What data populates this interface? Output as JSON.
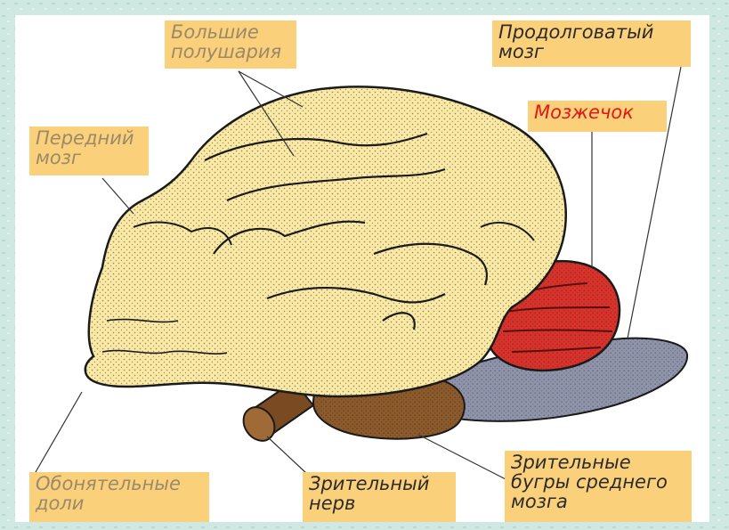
{
  "labels": {
    "hemispheres": {
      "lines": [
        "Большие",
        "полушария"
      ]
    },
    "medulla": {
      "lines": [
        "Продолговатый",
        "мозг"
      ]
    },
    "cerebellum": {
      "lines": [
        "Мозжечок"
      ]
    },
    "forebrain": {
      "lines": [
        "Передний",
        "мозг"
      ]
    },
    "olfactory": {
      "lines": [
        "Обонятельные",
        "доли"
      ]
    },
    "optic_nerve": {
      "lines": [
        "Зрительный",
        "нерв"
      ]
    },
    "optic_lobes": {
      "lines": [
        "Зрительные",
        "бугры среднего",
        "мозга"
      ]
    }
  },
  "colors": {
    "label_background": "#fbd07a",
    "cerebrum": "#fbeaa6",
    "cerebellum": "#d8322b",
    "medulla": "#8f94aa",
    "optic_nerve": "#7a4a22",
    "optic_lobes": "#8c5a2b",
    "cerebellum_text": "#e01818"
  }
}
